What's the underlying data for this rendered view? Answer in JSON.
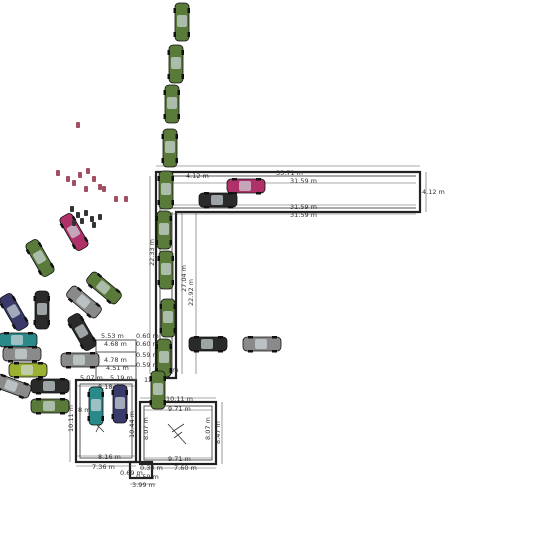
{
  "app": {
    "title": ""
  },
  "colors": {
    "background": "#ffffff",
    "wall": "#222222",
    "dimension_line": "#555555",
    "dimension_text": "#333333",
    "car_green": "#5a7a3a",
    "car_dark": "#2a2a2a",
    "car_magenta": "#b0306a",
    "car_grey": "#8a8a8a",
    "car_teal": "#2a8a8a",
    "car_navy": "#3a3a6a",
    "car_lime": "#9ab030"
  },
  "dimensions": {
    "top_length_outer": "35.71 m",
    "top_length_inner_a": "31.59 m",
    "top_length_inner_b": "31.59 m",
    "top_length_inner_c": "31.59 m",
    "right_end_height": "4.12 m",
    "left_corner_height": "4.12 m",
    "vertical_a": "22.33 m",
    "vertical_b": "27.04 m",
    "vertical_c": "22.92 m",
    "small_left_a": "5.53 m",
    "small_left_b": "0.60 m",
    "small_left_c": "4.68 m",
    "small_left_d": "0.60 m",
    "small_left_e": "0.59 m",
    "small_left_f": "4.78 m",
    "small_left_g": "0.59 m",
    "small_left_h": "4.51 m",
    "small_left_i": "5.07 m",
    "small_left_j": "5.19 m",
    "small_left_k": "12 m",
    "small_left_l": "2 m",
    "room_left_width": "8.18 m",
    "room_left_height": "10.11 m",
    "room_left_inner": "10.44 m",
    "room_left_bottom": "8.16 m",
    "room_left_outer_bottom": "7.36 m",
    "room_left_side": "8 m",
    "room_right_top_outer": "10.11 m",
    "room_right_top": "9.71 m",
    "room_right_bottom": "9.71 m",
    "room_right_outer_bottom": "7.60 m",
    "room_right_inner_height": "8.07 m",
    "room_right_outer_height": "8.47 m",
    "room_right_left_height": "8.07 m",
    "corridor_a": "0.30 m",
    "corridor_b": "0.59 m",
    "corridor_c": "3.99 m",
    "corridor_d": "0.69 m"
  }
}
